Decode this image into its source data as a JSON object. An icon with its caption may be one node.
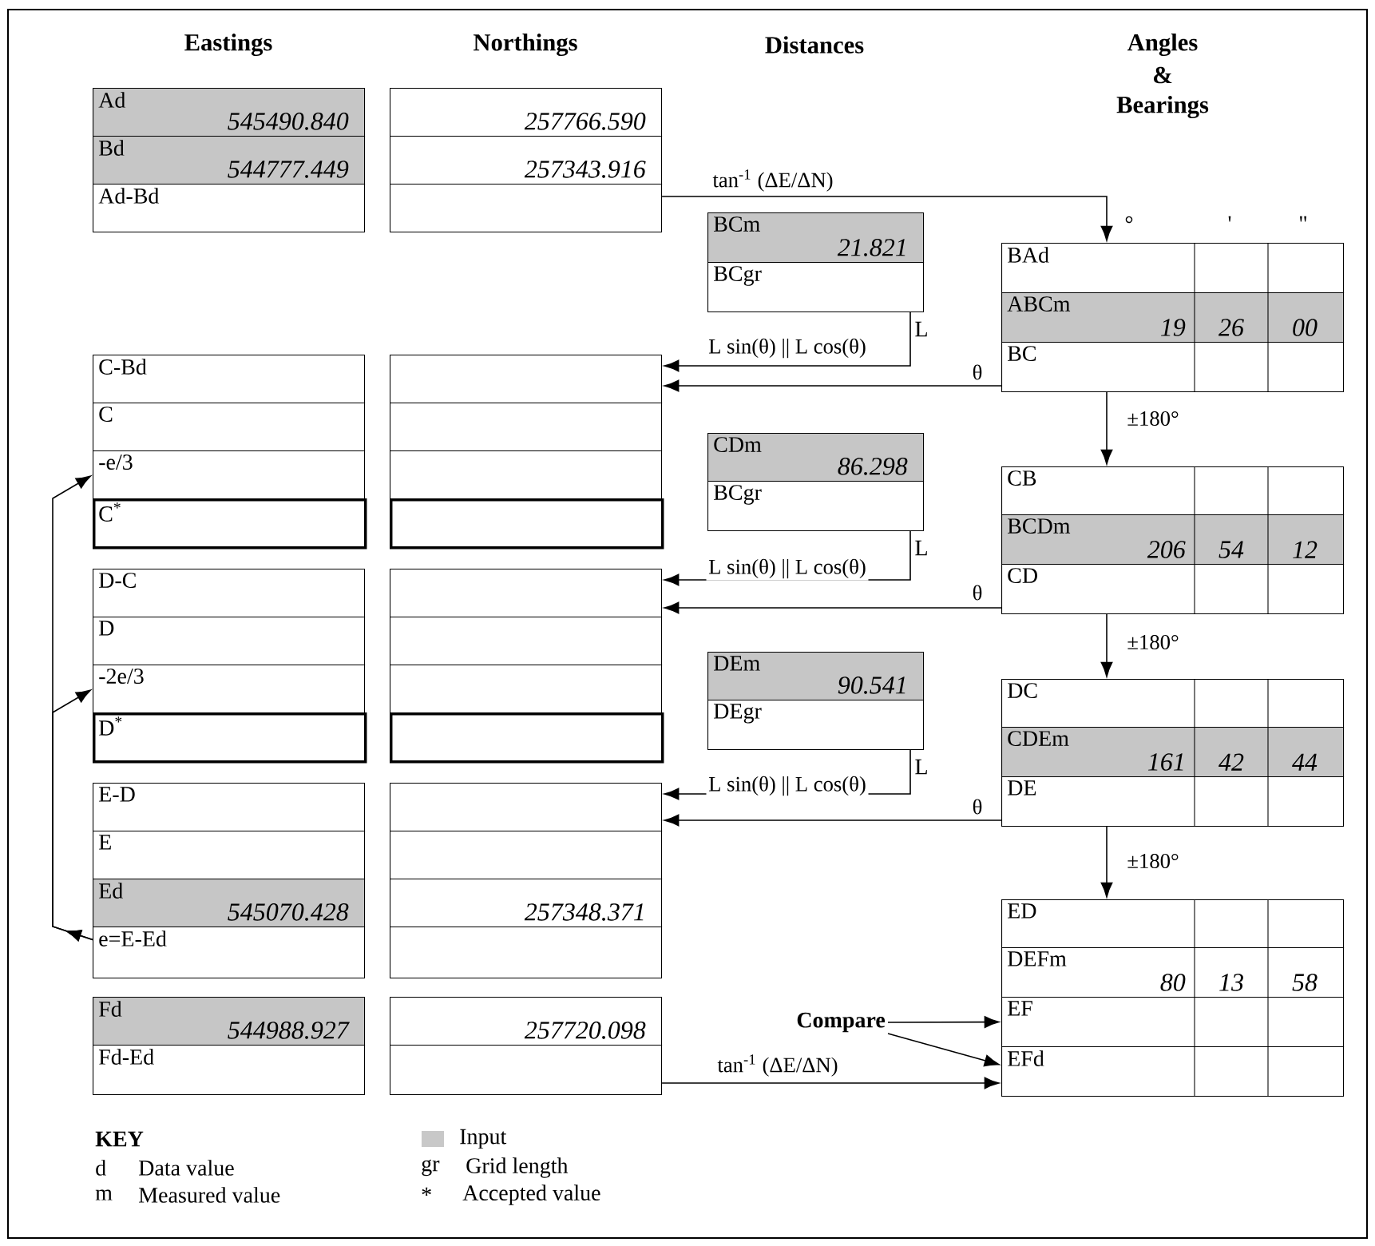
{
  "diagram": {
    "nodes": [
      {
        "text": [
          "Ad",
          "545490.840"
        ]
      },
      {
        "text": [
          "Bd",
          "544777.449"
        ]
      },
      {
        "text": [
          "Ad-Bd"
        ]
      },
      {
        "text": [
          "257766.590"
        ]
      },
      {
        "text": [
          "257343.916"
        ]
      },
      {
        "text": [],
        "shape": "box"
      },
      {
        "text": [
          "BCm",
          "21.821"
        ]
      },
      {
        "text": [
          "BCgr"
        ]
      },
      {
        "text": [
          "BAd"
        ]
      },
      {
        "text": [
          "ABCm",
          "19",
          "26",
          "00"
        ]
      },
      {
        "text": [
          "BC"
        ]
      },
      {
        "text": [
          "C-Bd"
        ]
      },
      {
        "text": [
          "C"
        ]
      },
      {
        "text": [
          "-e/3"
        ]
      },
      {
        "text": [
          "C$^{*}$"
        ]
      },
      {
        "text": [],
        "shape": "box"
      },
      {
        "text": [],
        "shape": "box"
      },
      {
        "text": [],
        "shape": "box"
      },
      {
        "text": [],
        "shape": "box"
      },
      {
        "text": [
          "CDm",
          "86.298"
        ]
      },
      {
        "text": [
          "BCgr"
        ]
      },
      {
        "text": [
          "CB"
        ]
      },
      {
        "text": [
          "BCDm",
          "206",
          "54",
          "12"
        ]
      },
      {
        "text": [
          "CD"
        ]
      },
      {
        "text": [
          "D-C"
        ]
      },
      {
        "text": [
          "D"
        ]
      },
      {
        "text": [
          "-2e/3"
        ]
      },
      {
        "text": [
          "D$^{*}$"
        ]
      },
      {
        "text": [],
        "shape": "box"
      },
      {
        "text": [],
        "shape": "box"
      },
      {
        "text": [],
        "shape": "box"
      },
      {
        "text": [],
        "shape": "box"
      },
      {
        "text": [
          "DEm",
          "90.541"
        ]
      },
      {
        "text": [
          "DEgr"
        ]
      },
      {
        "text": [
          "DC"
        ]
      },
      {
        "text": [
          "CDEm",
          "161",
          "42",
          "44"
        ]
      },
      {
        "text": [
          "DE"
        ]
      },
      {
        "text": [
          "E-D"
        ]
      },
      {
        "text": [
          "E"
        ]
      },
      {
        "text": [
          "Ed",
          "545070.428"
        ]
      },
      {
        "text": [
          "e=E-Ed"
        ]
      },
      {
        "text": [],
        "shape": "box"
      },
      {
        "text": [],
        "shape": "box"
      },
      {
        "text": [
          "257348.371"
        ]
      },
      {
        "text": [],
        "shape": "box"
      },
      {
        "text": [
          "Fd",
          "544988.927"
        ]
      },
      {
        "text": [
          "Fd-Ed"
        ]
      },
      {
        "text": [
          "257720.098"
        ]
      },
      {
        "text": [],
        "shape": "box"
      },
      {
        "text": [
          "ED"
        ]
      },
      {
        "text": [
          "DEFm",
          "80",
          "13",
          "58"
        ]
      },
      {
        "text": [
          "EF"
        ]
      },
      {
        "text": [
          "EFd"
        ]
      },
      {
        "text": [
          "Compare"
        ]
      }
    ],
    "edges": [
      {
        "from": 5,
        "to": 8,
        "arrow": "to",
        "label": "tan$^{-1}$ (ΔE/ΔN)"
      },
      {
        "from": 7,
        "to": 15,
        "arrow": "to",
        "label": "L sin(θ) || L cos(θ)"
      },
      {
        "from": 10,
        "to": 15,
        "arrow": "to",
        "label": "θ"
      },
      {
        "from": 10,
        "to": 21,
        "arrow": "to",
        "label": "±180°"
      },
      {
        "from": 20,
        "to": 28,
        "arrow": "to",
        "label": "L sin(θ) || L cos(θ)"
      },
      {
        "from": 23,
        "to": 28,
        "arrow": "to",
        "label": "θ"
      },
      {
        "from": 23,
        "to": 34,
        "arrow": "to",
        "label": "±180°"
      },
      {
        "from": 33,
        "to": 41,
        "arrow": "to",
        "label": "L sin(θ) || L cos(θ)"
      },
      {
        "from": 36,
        "to": 41,
        "arrow": "to",
        "label": "θ"
      },
      {
        "from": 36,
        "to": 49,
        "arrow": "to",
        "label": "±180°"
      },
      {
        "from": 40,
        "to": 13,
        "arrow": "to"
      },
      {
        "from": 40,
        "to": 26,
        "arrow": "to"
      },
      {
        "from": 53,
        "to": 51,
        "arrow": "to"
      },
      {
        "from": 53,
        "to": 52,
        "arrow": "to"
      },
      {
        "from": 48,
        "to": 52,
        "arrow": "to",
        "label": "tan$^{-1}$ (ΔE/ΔN)"
      }
    ],
    "labels": [
      "Eastings",
      "Northings",
      "Distances",
      "Angles",
      "&",
      "Bearings",
      "°",
      "'",
      "\"",
      "L",
      "L",
      "L",
      "KEY",
      "d",
      "Data value",
      "m",
      "Measured value",
      "gr",
      "Grid length",
      "*",
      "Accepted value"
    ],
    "legend": [
      {
        "text": "Input",
        "color": "#c8c8c8"
      }
    ]
  }
}
